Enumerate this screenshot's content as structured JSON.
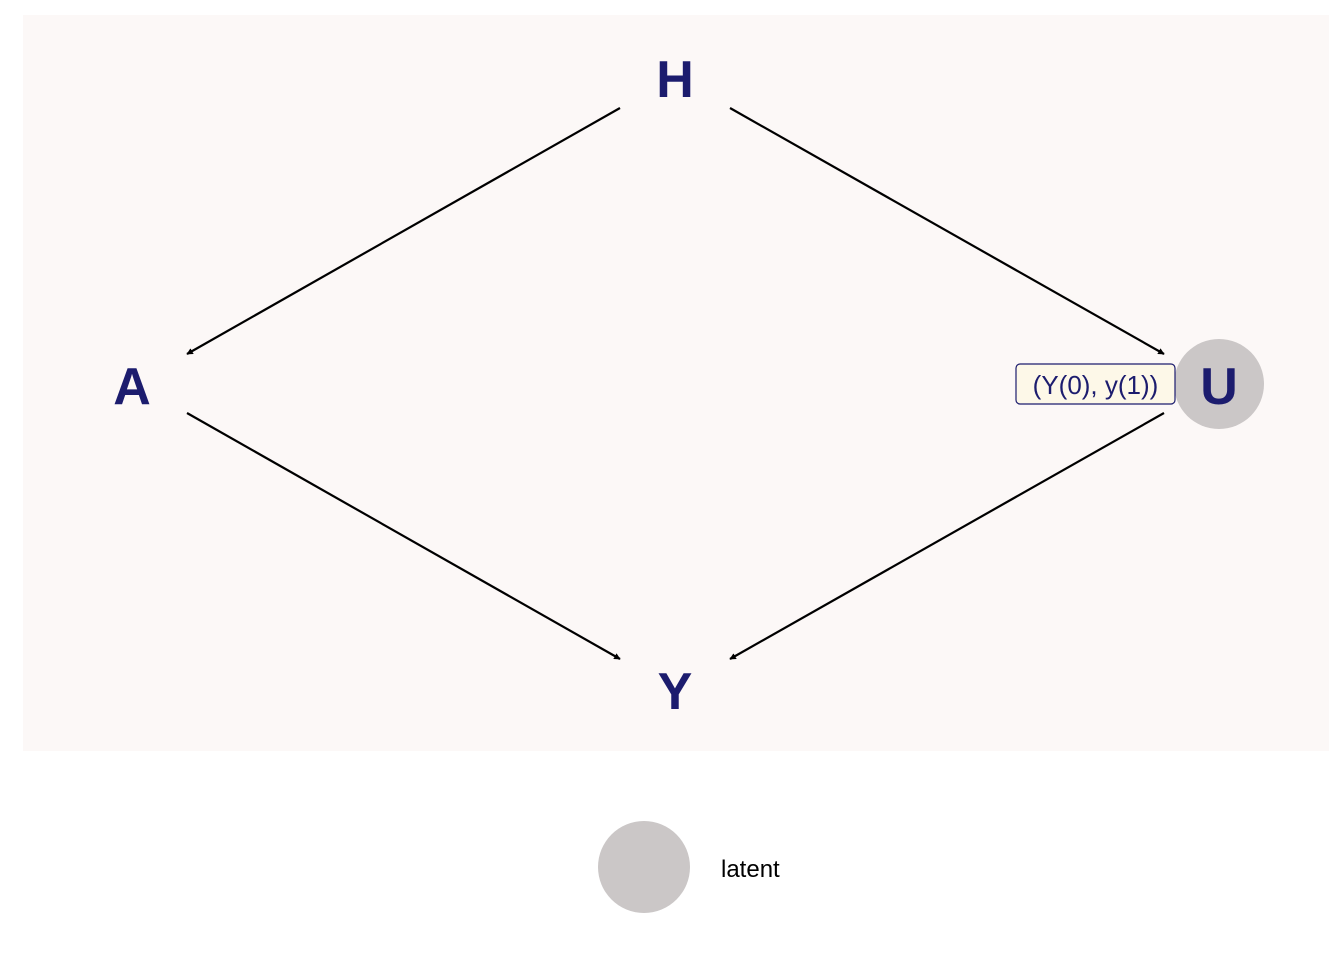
{
  "colors": {
    "panel_background": "#fcf8f7",
    "node_text": "#1c1c6e",
    "edge": "#000000",
    "latent_fill": "#cbc7c7",
    "edge_label_fill": "#fdf8e8",
    "edge_label_border": "#1c1c6e",
    "legend_text": "#000000"
  },
  "nodes": [
    {
      "id": "H",
      "label": "H",
      "latent": false
    },
    {
      "id": "A",
      "label": "A",
      "latent": false
    },
    {
      "id": "U",
      "label": "U",
      "latent": true
    },
    {
      "id": "Y",
      "label": "Y",
      "latent": false
    }
  ],
  "edges": [
    {
      "from": "H",
      "to": "A"
    },
    {
      "from": "H",
      "to": "U"
    },
    {
      "from": "A",
      "to": "Y"
    },
    {
      "from": "U",
      "to": "Y"
    }
  ],
  "node_annotation": {
    "node": "U",
    "label": "(Y(0), y(1))"
  },
  "legend": {
    "items": [
      {
        "label": "latent",
        "symbol": "filled-circle"
      }
    ]
  }
}
